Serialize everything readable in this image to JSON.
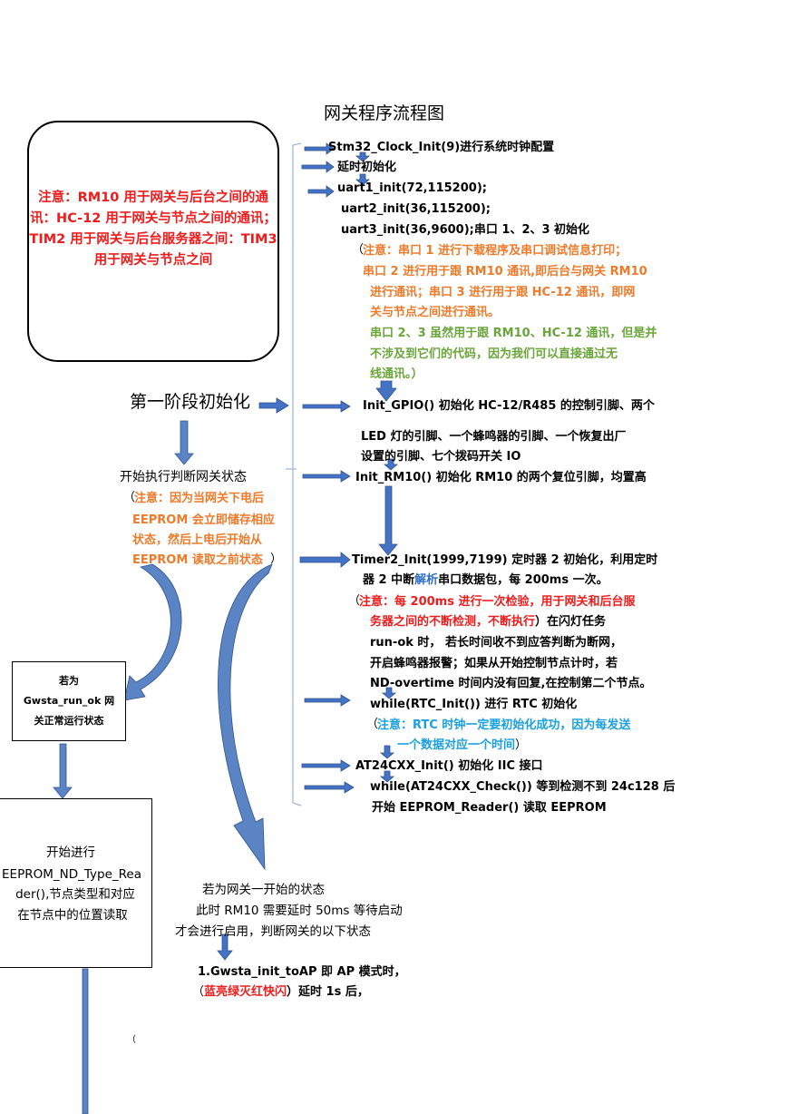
{
  "title": "网关程序流程图",
  "note": "注意：RM10 用于网关与后台之间的通讯：HC-12 用于网关与节点之间的通讯；TIM2 用于网关与后台服务器之间：TIM3 用于网关与节点之间",
  "stage1": "第一阶段初始化",
  "judge": {
    "line1": "开始执行判断网关状态",
    "note_l1": "注意：因为当网关下电后",
    "note_l2": "EEPROM 会立即储存相应",
    "note_l3": "状态，然后上电后开始从",
    "note_l4": "EEPROM 读取之前状态",
    "paren_open": "（",
    "paren_close": "）"
  },
  "box_run_ok": {
    "l1": "若为",
    "l2": "Gwsta_run_ok 网",
    "l3": "关正常运行状态"
  },
  "box_eeprom": {
    "l1": "开始进行",
    "l2": "EEPROM_ND_Type_Rea",
    "l3": "der(),节点类型和对应",
    "l4": "在节点中的位置读取"
  },
  "init": {
    "clock": "Stm32_Clock_Init(9)进行系统时钟配置",
    "delay": "延时初始化",
    "uart1": "uart1_init(72,115200);",
    "uart2": "uart2_init(36,115200);",
    "uart3": "uart3_init(36,9600);串口 1、2、3 初始化",
    "uart_note_open": "（",
    "uart_note1": "注意：串口 1 进行下载程序及串口调试信息打印；",
    "uart_note2": "串口 2 进行用于跟 RM10 通讯,即后台与网关 RM10",
    "uart_note3": "进行通讯；串口 3 进行用于跟 HC-12 通讯，即网",
    "uart_note4": "关与节点之间进行通讯。",
    "uart_note5": "串口 2、3 虽然用于跟 RM10、HC-12 通讯，但是并",
    "uart_note6": "不涉及到它们的代码，因为我们可以直接通过无",
    "uart_note7": "线通讯。）",
    "gpio1": "Init_GPIO()  初始化 HC-12/R485 的控制引脚、两个",
    "gpio2": "LED 灯的引脚、一个蜂鸣器的引脚、一个恢复出厂",
    "gpio3": "设置的引脚、七个拨码开关 IO",
    "rm10": "Init_RM10()  初始化 RM10 的两个复位引脚，均置高",
    "tim2_l1": "Timer2_Init(1999,7199)  定时器 2 初始化，利用定时",
    "tim2_l2a": "器 2 中断",
    "tim2_l2b": "解析",
    "tim2_l2c": "串口数据包，每 200ms 一次。",
    "tim2_note_open": "（",
    "tim2_note1": "注意：每 200ms 进行一次检验，用于网关和后台服",
    "tim2_note2": "务器之间的不断检测，不断执行",
    "tim2_note2b": "）在闪灯任务",
    "tim2_note3": "run-ok 时，   若长时间收不到应答判断为断网，",
    "tim2_note4": "开启蜂鸣器报警；如果从开始控制节点计时，若",
    "tim2_note5": "ND-overtime 时间内没有回复,在控制第二个节点。",
    "rtc": "while(RTC_Init())    进行 RTC 初始化",
    "rtc_note_open": "（",
    "rtc_note1": "注意：RTC 时钟一定要初始化成功，因为每发送",
    "rtc_note2": "一个数据对应一个时间",
    "rtc_note_close": "）",
    "at24": "AT24CXX_Init()  初始化 IIC 接口",
    "at24chk1": "while(AT24CXX_Check())  等到检测不到 24c128 后",
    "at24chk2": "开始 EEPROM_Reader()  读取 EEPROM"
  },
  "startup": {
    "l1": "若为网关一开始的状态",
    "l2": "此时 RM10 需要延时 50ms 等待启动",
    "l3": "才会进行启用，判断网关的以下状态",
    "ap1": "1.Gwsta_init_toAP  即 AP 模式时，",
    "ap2_open": "（",
    "ap2_red": "蓝亮绿灭红快闪",
    "ap2_close": "）延时 1s 后，"
  },
  "stray_paren": "（"
}
